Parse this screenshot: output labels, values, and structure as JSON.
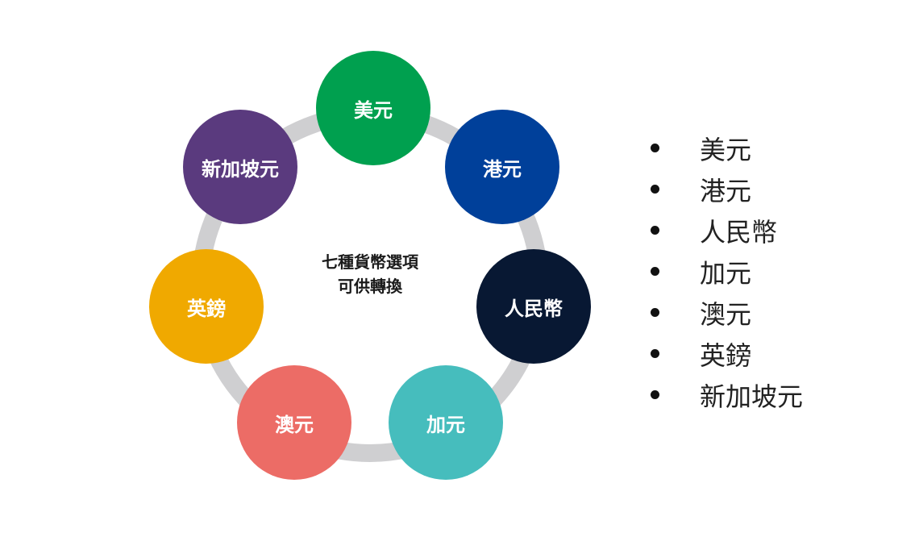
{
  "center_label": {
    "line1": "七種貨幣選項",
    "line2": "可供轉換"
  },
  "currencies": [
    {
      "label": "美元",
      "color": "#00a04f"
    },
    {
      "label": "港元",
      "color": "#00409a"
    },
    {
      "label": "人民幣",
      "color": "#081833"
    },
    {
      "label": "加元",
      "color": "#46bdbd"
    },
    {
      "label": "澳元",
      "color": "#ec6c66"
    },
    {
      "label": "英鎊",
      "color": "#f0a900"
    },
    {
      "label": "新加坡元",
      "color": "#5a3a7e"
    }
  ],
  "list": [
    "美元",
    "港元",
    "人民幣",
    "加元",
    "澳元",
    "英鎊",
    "新加坡元"
  ],
  "ring_color": "#cfcfd1"
}
